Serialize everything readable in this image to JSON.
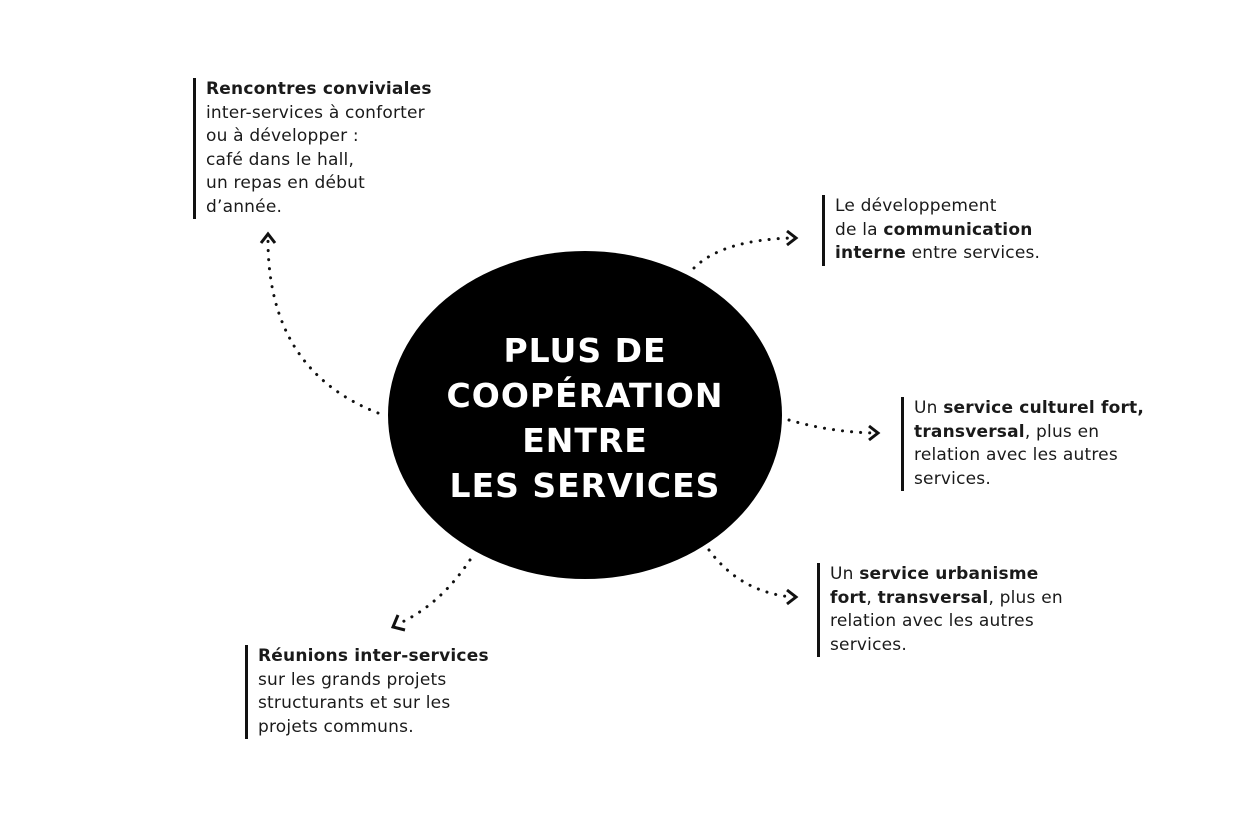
{
  "center": {
    "lines": [
      "PLUS DE",
      "COOPÉRATION",
      "ENTRE",
      "LES SERVICES"
    ]
  },
  "callouts": {
    "top_left": {
      "lines": [
        [
          {
            "text": "Rencontres conviviales",
            "bold": true
          }
        ],
        [
          {
            "text": "inter-services à conforter",
            "bold": false
          }
        ],
        [
          {
            "text": "ou à développer :",
            "bold": false
          }
        ],
        [
          {
            "text": "café dans le hall,",
            "bold": false
          }
        ],
        [
          {
            "text": "un repas en début",
            "bold": false
          }
        ],
        [
          {
            "text": "d’année.",
            "bold": false
          }
        ]
      ]
    },
    "top_right": {
      "lines": [
        [
          {
            "text": "Le développement",
            "bold": false
          }
        ],
        [
          {
            "text": "de la ",
            "bold": false
          },
          {
            "text": "communication",
            "bold": true
          }
        ],
        [
          {
            "text": "interne",
            "bold": true
          },
          {
            "text": " entre services.",
            "bold": false
          }
        ]
      ]
    },
    "mid_right": {
      "lines": [
        [
          {
            "text": "Un ",
            "bold": false
          },
          {
            "text": "service culturel fort,",
            "bold": true
          }
        ],
        [
          {
            "text": "transversal",
            "bold": true
          },
          {
            "text": ", plus en",
            "bold": false
          }
        ],
        [
          {
            "text": "relation avec les autres",
            "bold": false
          }
        ],
        [
          {
            "text": "services.",
            "bold": false
          }
        ]
      ]
    },
    "bottom_right": {
      "lines": [
        [
          {
            "text": "Un ",
            "bold": false
          },
          {
            "text": "service urbanisme",
            "bold": true
          }
        ],
        [
          {
            "text": "fort",
            "bold": true
          },
          {
            "text": ", ",
            "bold": false
          },
          {
            "text": "transversal",
            "bold": true
          },
          {
            "text": ", plus en",
            "bold": false
          }
        ],
        [
          {
            "text": "relation avec les autres",
            "bold": false
          }
        ],
        [
          {
            "text": "services.",
            "bold": false
          }
        ]
      ]
    },
    "bottom_left": {
      "lines": [
        [
          {
            "text": "Réunions inter-services",
            "bold": true
          }
        ],
        [
          {
            "text": "sur les grands projets",
            "bold": false
          }
        ],
        [
          {
            "text": "structurants et sur les",
            "bold": false
          }
        ],
        [
          {
            "text": "projets communs.",
            "bold": false
          }
        ]
      ]
    }
  },
  "colors": {
    "ellipse": "#000000",
    "center_text": "#ffffff",
    "text": "#1a1a1a",
    "connector": "#111111"
  }
}
